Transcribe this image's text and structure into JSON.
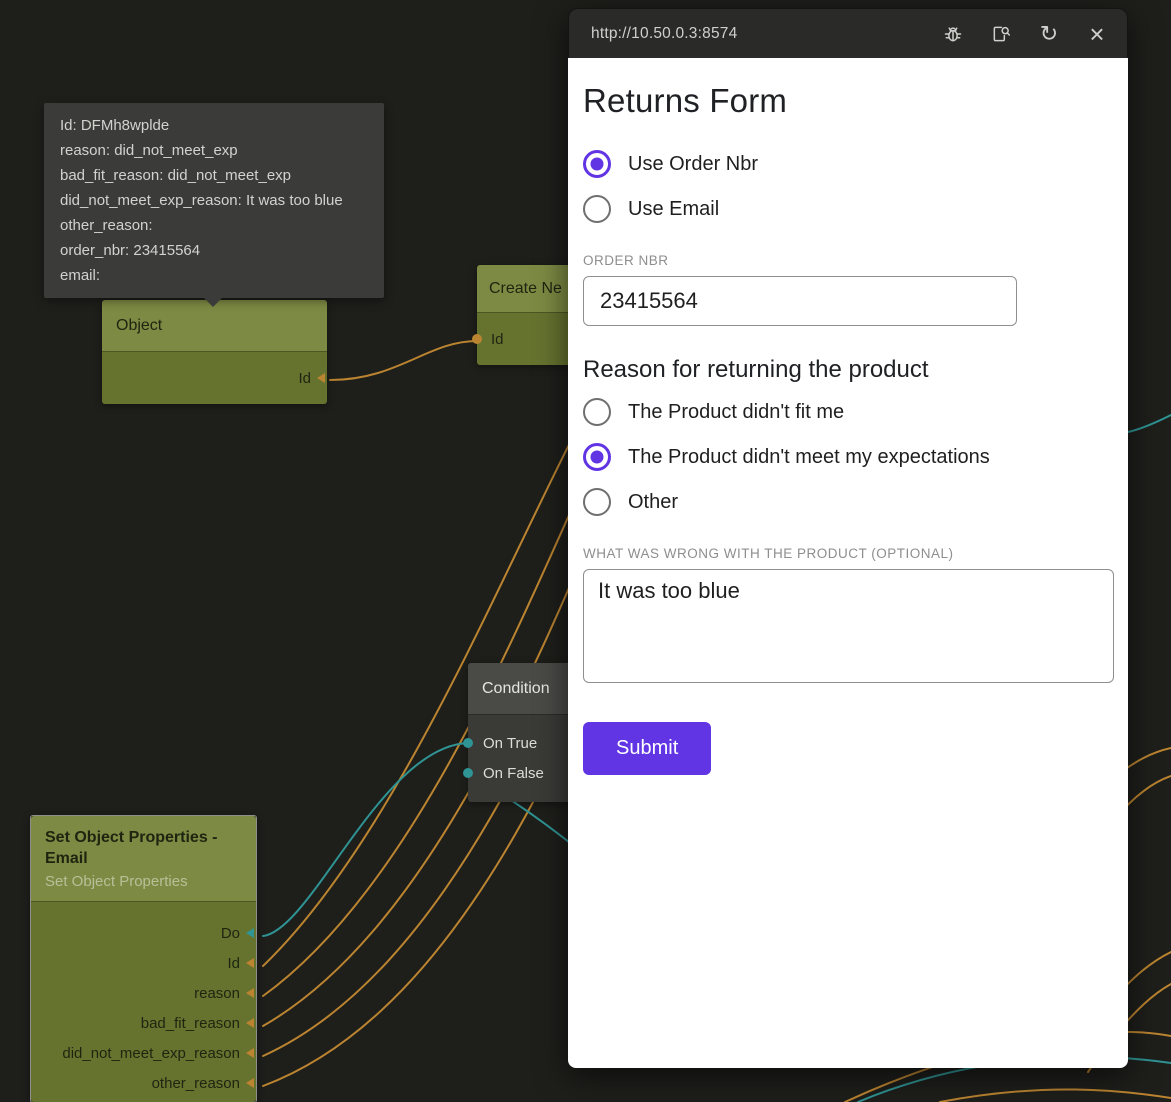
{
  "canvas": {
    "tooltip": {
      "lines": [
        "Id: DFMh8wplde",
        "reason: did_not_meet_exp",
        "bad_fit_reason: did_not_meet_exp",
        "did_not_meet_exp_reason: It was too blue",
        "other_reason:",
        "order_nbr: 23415564",
        "email:"
      ]
    },
    "nodes": {
      "object": {
        "title": "Object",
        "ports": [
          "Id"
        ]
      },
      "create": {
        "title": "Create Ne",
        "ports": [
          "Id"
        ]
      },
      "condition": {
        "title": "Condition",
        "ports": [
          "On True",
          "On False"
        ]
      },
      "set_props": {
        "title": "Set Object Properties - Email",
        "subtitle": "Set Object Properties",
        "ports": [
          "Do",
          "Id",
          "reason",
          "bad_fit_reason",
          "did_not_meet_exp_reason",
          "other_reason"
        ]
      }
    }
  },
  "browser": {
    "toolbar": {
      "url": "http://10.50.0.3:8574",
      "refresh_glyph": "↻",
      "close_glyph": "×"
    },
    "form": {
      "title": "Returns Form",
      "lookup_options": [
        {
          "label": "Use Order Nbr",
          "selected": true
        },
        {
          "label": "Use Email",
          "selected": false
        }
      ],
      "order_nbr": {
        "label": "ORDER NBR",
        "value": "23415564"
      },
      "reason_heading": "Reason for returning the product",
      "reason_options": [
        {
          "label": "The Product didn't fit me",
          "selected": false
        },
        {
          "label": "The Product didn't meet my expectations",
          "selected": true
        },
        {
          "label": "Other",
          "selected": false
        }
      ],
      "wrong": {
        "label": "WHAT WAS WRONG WITH THE PRODUCT (OPTIONAL)",
        "value": "It was too blue"
      },
      "submit_label": "Submit"
    }
  },
  "colors": {
    "wire_orange": "#bb8430",
    "wire_teal": "#2f9494",
    "node_green_header": "#7d8a43",
    "node_green_body": "#66732f",
    "accent_purple": "#6134e4",
    "canvas_bg": "#1e1e1b"
  }
}
